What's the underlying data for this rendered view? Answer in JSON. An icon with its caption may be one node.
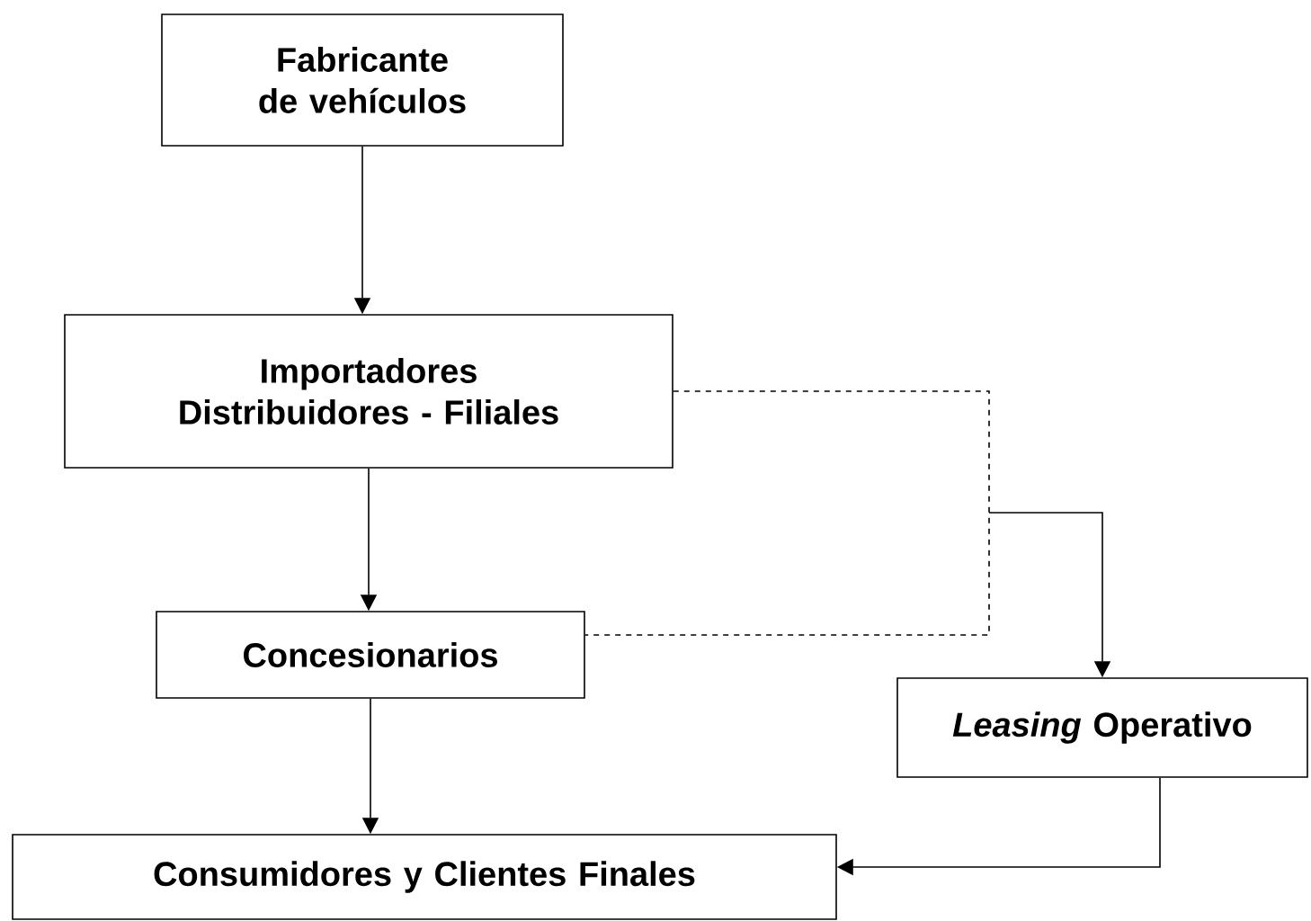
{
  "diagram": {
    "nodes": [
      {
        "text": [
          "Fabricante de vehículos"
        ]
      },
      {
        "text": [
          "Importadores Distribuidores - Filiales"
        ]
      },
      {
        "text": [
          "Concesionarios"
        ]
      },
      {
        "text": [
          "*Leasing* Operativo"
        ]
      },
      {
        "text": [
          "Consumidores y Clientes Finales"
        ]
      }
    ],
    "edges": [
      {
        "from": 0,
        "to": 1,
        "arrow": "to"
      },
      {
        "from": 1,
        "to": 2,
        "arrow": "to"
      },
      {
        "from": 2,
        "to": 4,
        "arrow": "to"
      },
      {
        "from": 3,
        "to": 4,
        "arrow": "to"
      },
      {
        "from": 1,
        "to": 2,
        "arrow": "none",
        "style": "dashed"
      },
      {
        "from": null,
        "to": 3,
        "arrow": "to"
      }
    ]
  }
}
